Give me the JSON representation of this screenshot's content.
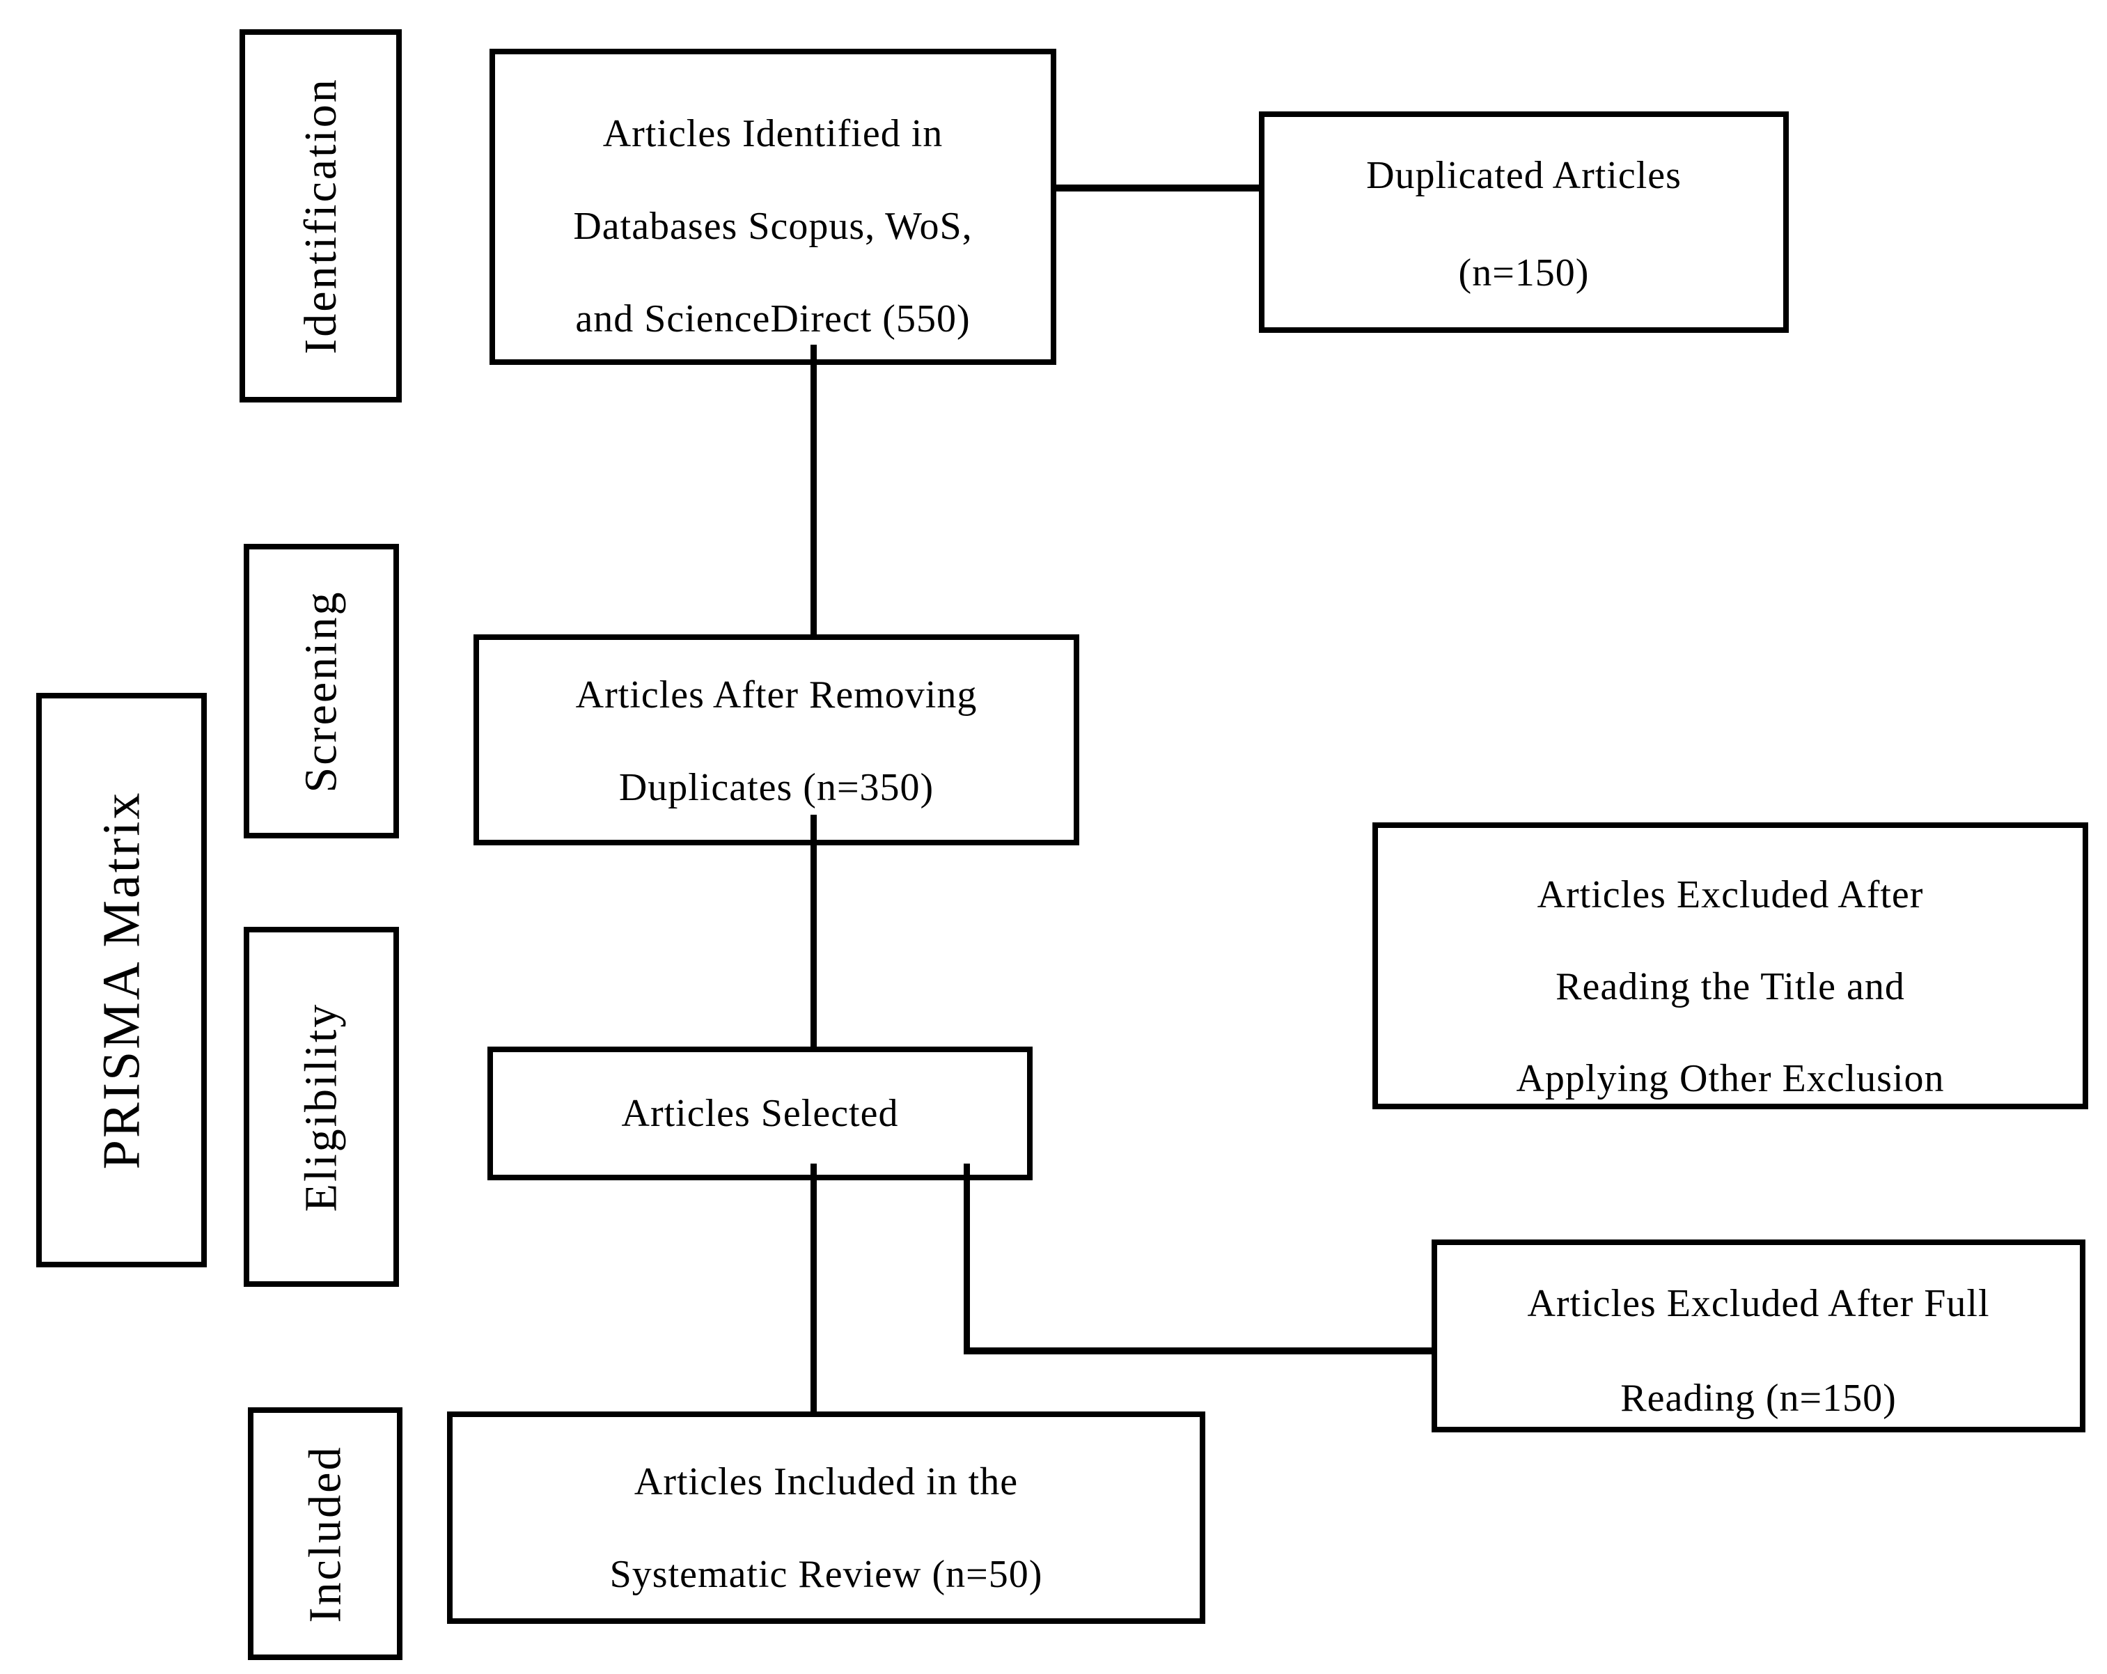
{
  "diagram": {
    "side_label": "PRISMA Matrix",
    "stage_labels": {
      "identification": "Identification",
      "screening": "Screening",
      "eligibility": "Eligibility",
      "included": "Included"
    },
    "boxes": {
      "identified": {
        "lines": [
          "Articles Identified in",
          "Databases Scopus, WoS,",
          "and ScienceDirect (550)"
        ]
      },
      "duplicated": {
        "lines": [
          "Duplicated Articles",
          "(n=150)"
        ]
      },
      "after_removing": {
        "lines": [
          "Articles After Removing",
          "Duplicates (n=350)"
        ]
      },
      "selected": {
        "lines": [
          "Articles Selected"
        ]
      },
      "excluded_title": {
        "lines": [
          "Articles Excluded After",
          "Reading the Title and",
          "Applying Other Exclusion"
        ]
      },
      "excluded_full": {
        "lines": [
          "Articles Excluded After Full",
          "Reading (n=150)"
        ]
      },
      "included": {
        "lines": [
          "Articles Included in the",
          "Systematic Review (n=50)"
        ]
      }
    },
    "colors": {
      "border": "#000000",
      "background": "#ffffff",
      "text": "#000000"
    }
  }
}
